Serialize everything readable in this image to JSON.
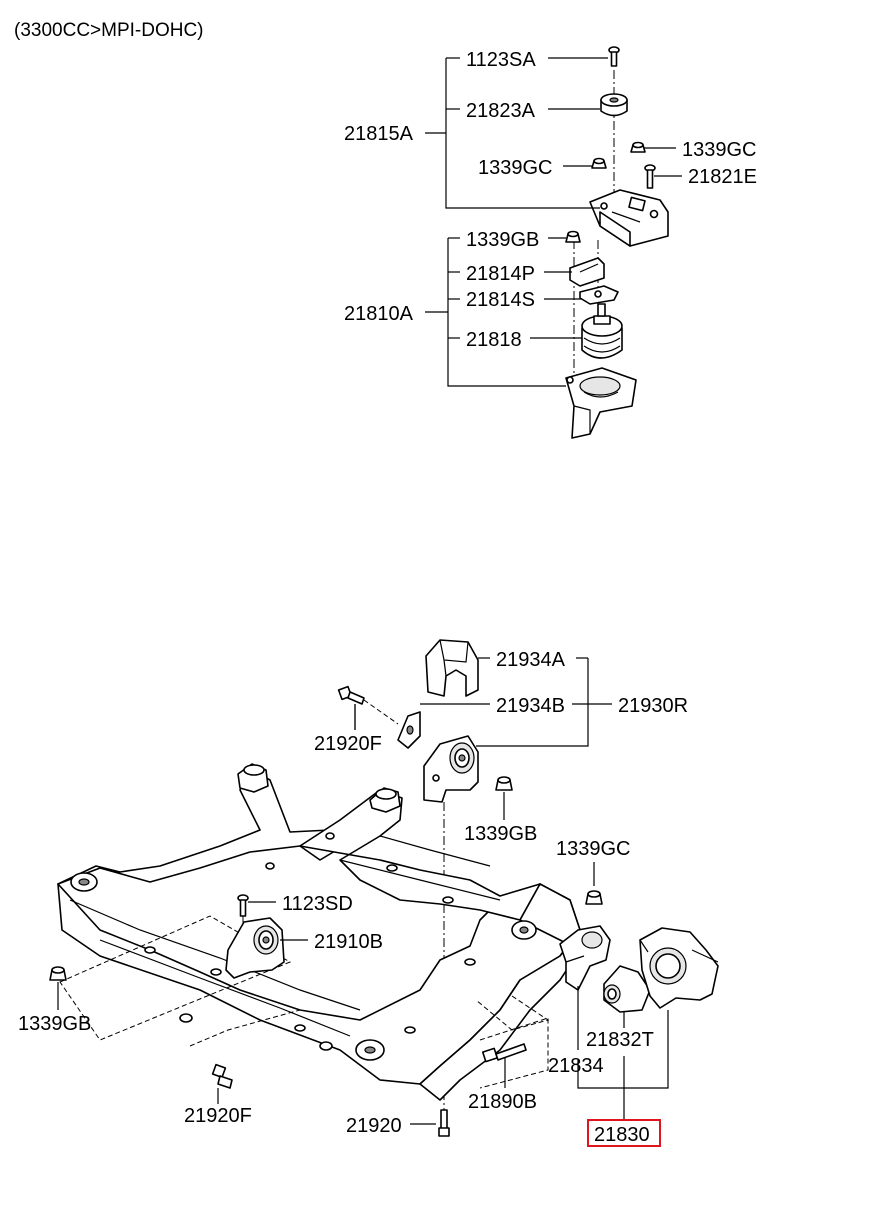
{
  "header": {
    "engine_note": "(3300CC>MPI-DOHC)"
  },
  "labels": {
    "p1123SA": "1123SA",
    "p21823A": "21823A",
    "p21815A": "21815A",
    "p1339GC_top_r": "1339GC",
    "p1339GC_top_l": "1339GC",
    "p21821E": "21821E",
    "p1339GB_top": "1339GB",
    "p21814P": "21814P",
    "p21814S": "21814S",
    "p21810A": "21810A",
    "p21818": "21818",
    "p21934A": "21934A",
    "p21934B": "21934B",
    "p21930R": "21930R",
    "p21920F_top": "21920F",
    "p1339GB_mid": "1339GB",
    "p1339GC_bot": "1339GC",
    "p1123SD": "1123SD",
    "p21910B": "21910B",
    "p1339GB_left": "1339GB",
    "p21832T": "21832T",
    "p21834": "21834",
    "p21920F_bot": "21920F",
    "p21920": "21920",
    "p21890B": "21890B",
    "p21830": "21830"
  },
  "highlight": {
    "part": "21830",
    "color": "#e0141e"
  }
}
